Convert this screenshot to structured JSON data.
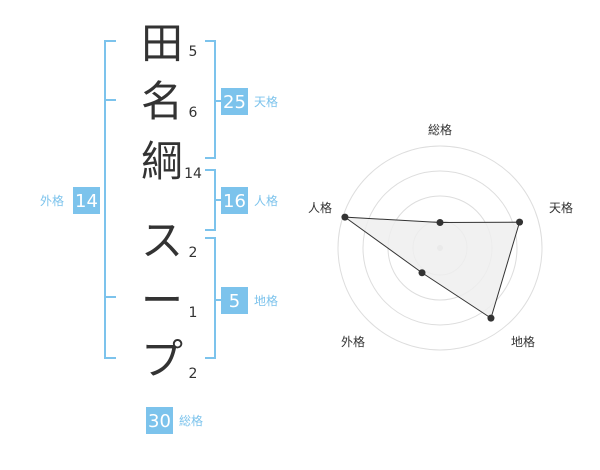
{
  "name_chars": [
    {
      "char": "田",
      "strokes": "5"
    },
    {
      "char": "名",
      "strokes": "6"
    },
    {
      "char": "綱",
      "strokes": "14"
    },
    {
      "char": "ス",
      "strokes": "2"
    },
    {
      "char": "ー",
      "strokes": "1"
    },
    {
      "char": "プ",
      "strokes": "2"
    }
  ],
  "fortunes": {
    "tenkaku": {
      "value": "25",
      "label": "天格"
    },
    "jinkaku": {
      "value": "16",
      "label": "人格"
    },
    "chikaku": {
      "value": "5",
      "label": "地格"
    },
    "gaikaku": {
      "value": "14",
      "label": "外格"
    },
    "soukaku": {
      "value": "30",
      "label": "総格"
    }
  },
  "radar": {
    "axes": [
      "総格",
      "天格",
      "地格",
      "外格",
      "人格"
    ],
    "values": [
      0.25,
      0.82,
      0.85,
      0.3,
      0.98
    ]
  },
  "colors": {
    "accent": "#7cc3ec",
    "box": "#7cc3ec",
    "text": "#333333",
    "ring": "#cccccc",
    "fill": "#eeeeee"
  }
}
